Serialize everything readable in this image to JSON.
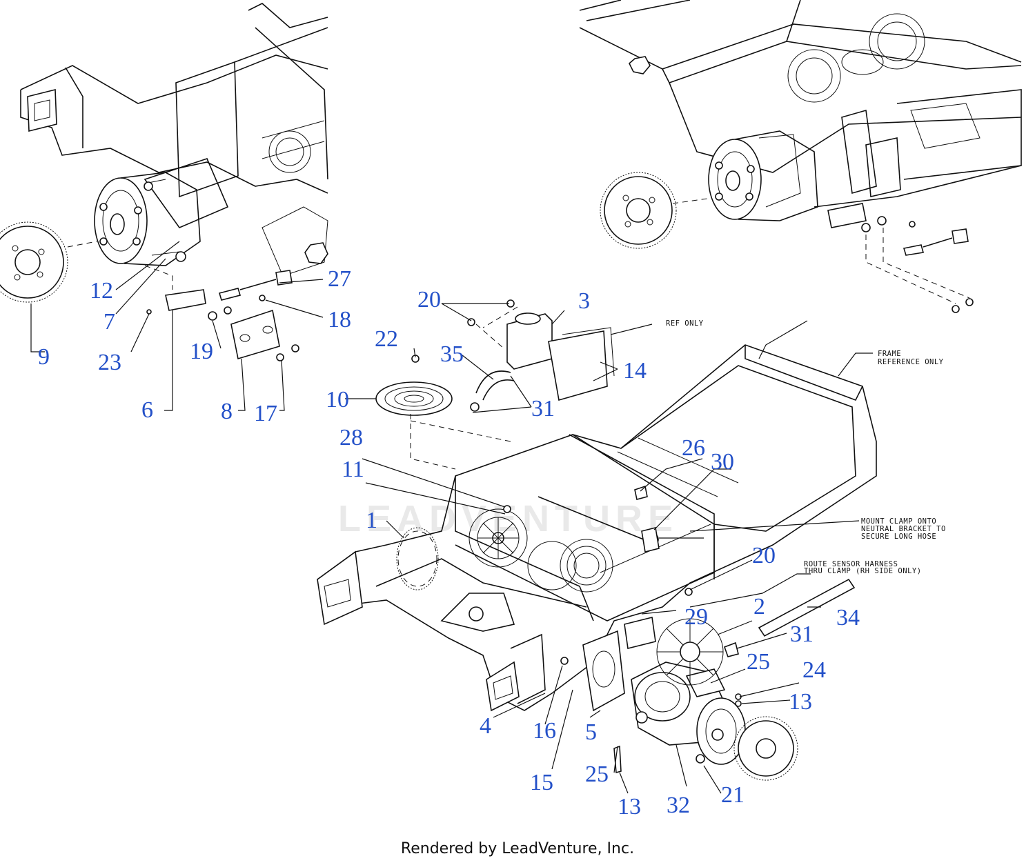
{
  "diagram": {
    "callouts": [
      {
        "num": "1"
      },
      {
        "num": "2"
      },
      {
        "num": "3"
      },
      {
        "num": "4"
      },
      {
        "num": "5"
      },
      {
        "num": "6"
      },
      {
        "num": "7"
      },
      {
        "num": "8"
      },
      {
        "num": "9"
      },
      {
        "num": "10"
      },
      {
        "num": "11"
      },
      {
        "num": "12"
      },
      {
        "num": "13"
      },
      {
        "num": "13"
      },
      {
        "num": "14"
      },
      {
        "num": "15"
      },
      {
        "num": "16"
      },
      {
        "num": "17"
      },
      {
        "num": "18"
      },
      {
        "num": "19"
      },
      {
        "num": "20"
      },
      {
        "num": "20"
      },
      {
        "num": "21"
      },
      {
        "num": "22"
      },
      {
        "num": "23"
      },
      {
        "num": "24"
      },
      {
        "num": "25"
      },
      {
        "num": "25"
      },
      {
        "num": "26"
      },
      {
        "num": "27"
      },
      {
        "num": "28"
      },
      {
        "num": "29"
      },
      {
        "num": "30"
      },
      {
        "num": "31"
      },
      {
        "num": "31"
      },
      {
        "num": "32"
      },
      {
        "num": "34"
      },
      {
        "num": "35"
      }
    ],
    "notes": {
      "ref_only": "REF ONLY",
      "frame_ref_line1": "FRAME",
      "frame_ref_line2": "REFERENCE ONLY",
      "mount_clamp_line1": "MOUNT CLAMP ONTO",
      "mount_clamp_line2": "NEUTRAL BRACKET TO",
      "mount_clamp_line3": "SECURE LONG HOSE",
      "route_sensor_line1": "ROUTE SENSOR HARNESS",
      "route_sensor_line2": "THRU CLAMP (RH SIDE ONLY)"
    },
    "watermark": "LEADVENTURE",
    "colors": {
      "callout": "#2350c8",
      "linework": "#111111"
    }
  },
  "footer": {
    "credit": "Rendered by LeadVenture, Inc."
  }
}
